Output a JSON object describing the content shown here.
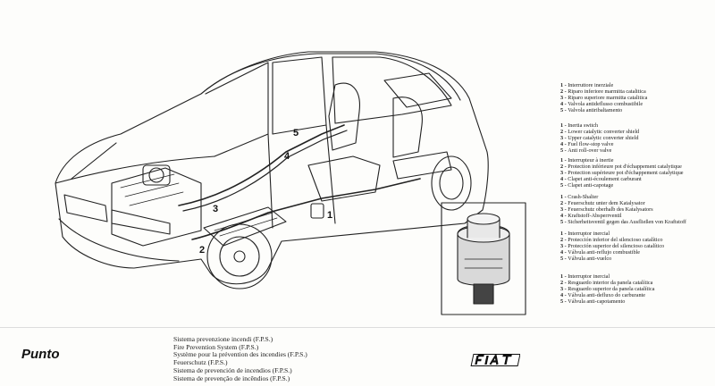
{
  "model_name": "Punto",
  "brand_logo_text": "FIAT",
  "callouts": [
    "1",
    "2",
    "3",
    "4",
    "5"
  ],
  "caption": [
    "Sistema prevenzione incendi (F.P.S.)",
    "Fire Prevention System (F.P.S.)",
    "Système pour la prévention des incendies (F.P.S.)",
    "Feuerschutz (F.P.S.)",
    "Sistema de prevención de incendios (F.P.S.)",
    "Sistema de prevenção de incêndios (F.P.S.)"
  ],
  "legends": [
    [
      "Interruttore inerziale",
      "Riparo inferiore marmitta catalitica",
      "Riparo superiore marmitta catalitica",
      "Valvola antideflusso combustibile",
      "Valvola antiribaltamento"
    ],
    [
      "Inertia switch",
      "Lower catalytic converter shield",
      "Upper catalytic converter shield",
      "Fuel flow-stop valve",
      "Anti roll-over valve"
    ],
    [
      "Interrupteur à inertie",
      "Protection inférieure pot d'échappement catalytique",
      "Protection supérieure pot d'échappement catalytique",
      "Clapet anti-écoulement carburant",
      "Clapet anti-capotage"
    ],
    [
      "Crash-Shalter",
      "Feuerschutz unter dem Katalysator",
      "Feuerschutz oberhalb des Katalysators",
      "Kraftstoff-Absperrventil",
      "Sicherheitsventil gegen das Ausfließen von Kraftstoff"
    ],
    [
      "Interruptor inercial",
      "Protección inferior del silencioso catalítico",
      "Protección superior del silencioso catalítico",
      "Válvula anti-reflujo combustible",
      "Válvula anti-vuelco"
    ],
    [
      "Interruptor inercial",
      "Resguardo interior da panela catalítica",
      "Resguardo superior da panela catalítica",
      "Válvula anti-defluxo do carburante",
      "Válvula anti-capotamento"
    ]
  ],
  "colors": {
    "ink": "#1a1a1a",
    "paper": "#fdfdfb"
  }
}
